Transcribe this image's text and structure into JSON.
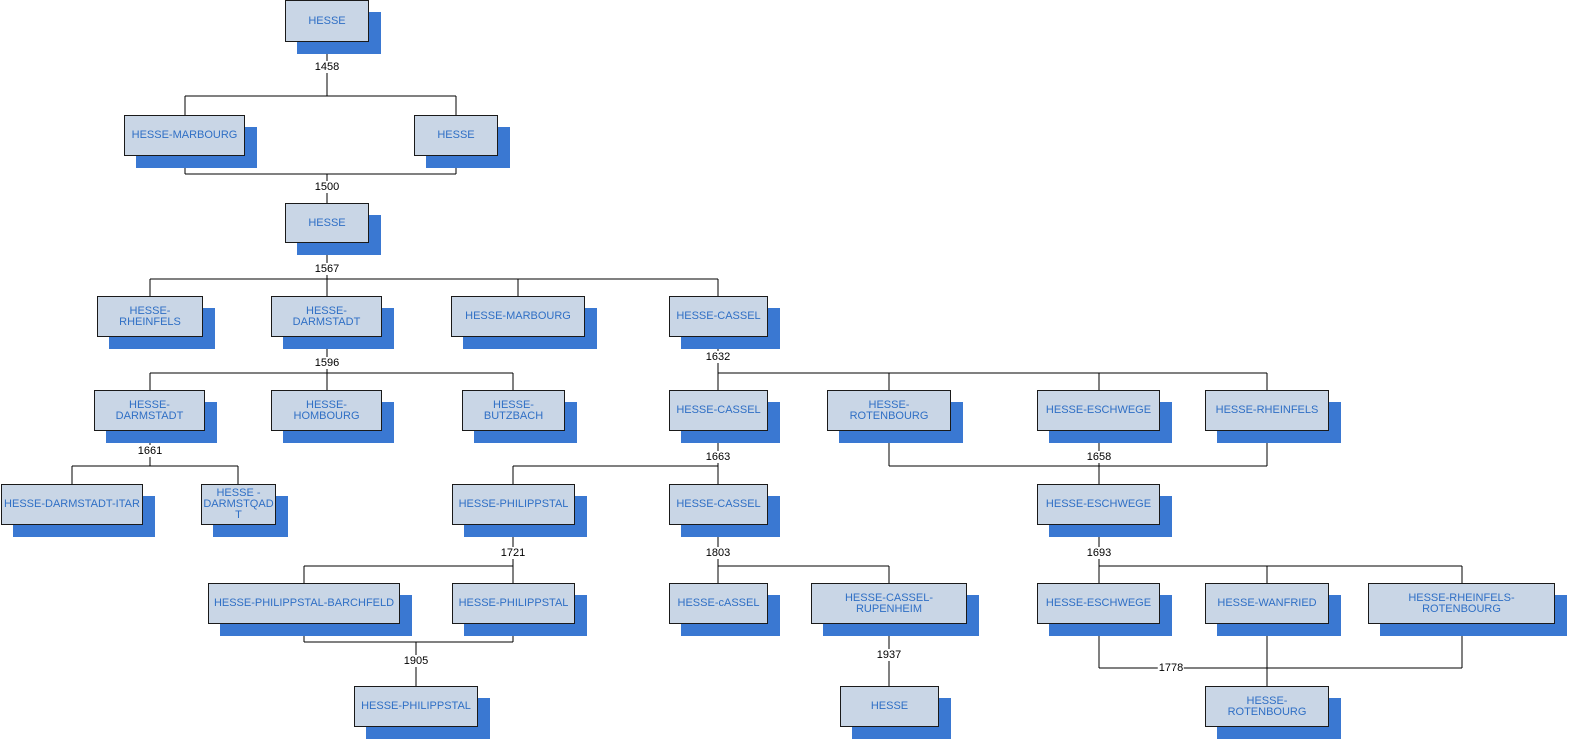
{
  "colors": {
    "box_fill": "#c9d6e6",
    "shadow": "#3a78d2",
    "text": "#2f6fc5",
    "line": "#000000"
  },
  "nodes": [
    {
      "id": "n_hesse_root",
      "label": "HESSE"
    },
    {
      "id": "n_marb1",
      "label": "HESSE-MARBOURG"
    },
    {
      "id": "n_hesse2",
      "label": "HESSE"
    },
    {
      "id": "n_hesse3",
      "label": "HESSE"
    },
    {
      "id": "n_rhein1",
      "label": "HESSE-RHEINFELS"
    },
    {
      "id": "n_darm1",
      "label": "HESSE-DARMSTADT"
    },
    {
      "id": "n_marb2",
      "label": "HESSE-MARBOURG"
    },
    {
      "id": "n_cassel1",
      "label": "HESSE-CASSEL"
    },
    {
      "id": "n_darm2",
      "label": "HESSE-DARMSTADT"
    },
    {
      "id": "n_homb",
      "label": "HESSE-HOMBOURG"
    },
    {
      "id": "n_butz",
      "label": "HESSE-BUTZBACH"
    },
    {
      "id": "n_cassel2",
      "label": "HESSE-CASSEL"
    },
    {
      "id": "n_roten1",
      "label": "HESSE-ROTENBOURG"
    },
    {
      "id": "n_eschw1",
      "label": "HESSE-ESCHWEGE"
    },
    {
      "id": "n_rhein2",
      "label": "HESSE-RHEINFELS"
    },
    {
      "id": "n_itar",
      "label": "HESSE-DARMSTADT-ITAR"
    },
    {
      "id": "n_darmstqad",
      "label": "HESSE - DARMSTQAD T"
    },
    {
      "id": "n_phil1",
      "label": "HESSE-PHILIPPSTAL"
    },
    {
      "id": "n_cassel3",
      "label": "HESSE-CASSEL"
    },
    {
      "id": "n_eschw2",
      "label": "HESSE-ESCHWEGE"
    },
    {
      "id": "n_barch",
      "label": "HESSE-PHILIPPSTAL-BARCHFELD"
    },
    {
      "id": "n_phil2",
      "label": "HESSE-PHILIPPSTAL"
    },
    {
      "id": "n_cassel4",
      "label": "HESSE-cASSEL"
    },
    {
      "id": "n_rupen",
      "label": "HESSE-CASSEL-RUPENHEIM"
    },
    {
      "id": "n_eschw3",
      "label": "HESSE-ESCHWEGE"
    },
    {
      "id": "n_wanf",
      "label": "HESSE-WANFRIED"
    },
    {
      "id": "n_rrot",
      "label": "HESSE-RHEINFELS-ROTENBOURG"
    },
    {
      "id": "n_phil3",
      "label": "HESSE-PHILIPPSTAL"
    },
    {
      "id": "n_hesse4",
      "label": "HESSE"
    },
    {
      "id": "n_roten2",
      "label": "HESSE-ROTENBOURG"
    }
  ],
  "years": [
    "1458",
    "1500",
    "1567",
    "1596",
    "1632",
    "1661",
    "1663",
    "1658",
    "1721",
    "1803",
    "1693",
    "1905",
    "1937",
    "1778"
  ]
}
